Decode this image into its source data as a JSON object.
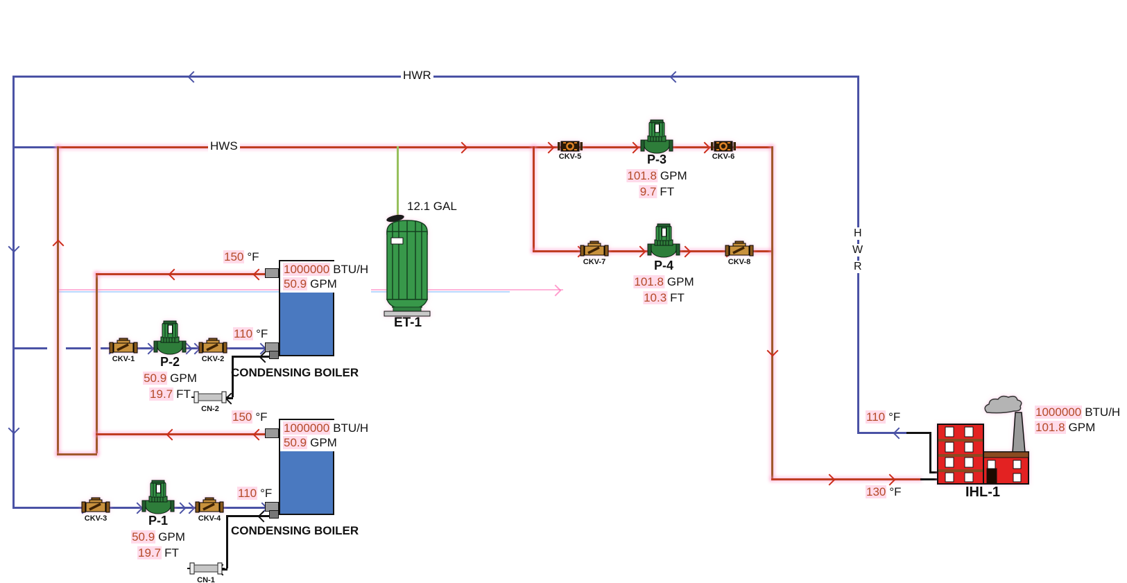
{
  "units": {
    "deg": "°F"
  },
  "pipe_labels": {
    "hwr": "HWR",
    "hws": "HWS",
    "riser_letters": [
      "H",
      "W",
      "R"
    ]
  },
  "tank": {
    "tag": "ET-1",
    "volume": "12.1 GAL"
  },
  "boilers": {
    "upper": {
      "name": "CONDENSING BOILER",
      "capacity": "1000000",
      "capacity_unit": "BTU/H",
      "flow": "50.9",
      "flow_unit": "GPM",
      "supply_temp": "150",
      "return_temp": "110"
    },
    "lower": {
      "name": "CONDENSING BOILER",
      "capacity": "1000000",
      "capacity_unit": "BTU/H",
      "flow": "50.9",
      "flow_unit": "GPM",
      "supply_temp": "150",
      "return_temp": "110"
    }
  },
  "pumps": {
    "p1": {
      "tag": "P-1",
      "flow": "50.9",
      "flow_unit": "GPM",
      "head": "19.7",
      "head_unit": "FT"
    },
    "p2": {
      "tag": "P-2",
      "flow": "50.9",
      "flow_unit": "GPM",
      "head": "19.7",
      "head_unit": "FT"
    },
    "p3": {
      "tag": "P-3",
      "flow": "101.8",
      "flow_unit": "GPM",
      "head": "9.7",
      "head_unit": "FT"
    },
    "p4": {
      "tag": "P-4",
      "flow": "101.8",
      "flow_unit": "GPM",
      "head": "10.3",
      "head_unit": "FT"
    }
  },
  "valves": {
    "ckv1": "CKV-1",
    "ckv2": "CKV-2",
    "ckv3": "CKV-3",
    "ckv4": "CKV-4",
    "ckv5": "CKV-5",
    "ckv6": "CKV-6",
    "ckv7": "CKV-7",
    "ckv8": "CKV-8"
  },
  "connectors": {
    "cn1": "CN-1",
    "cn2": "CN-2"
  },
  "building": {
    "tag": "IHL-1",
    "capacity": "1000000",
    "capacity_unit": "BTU/H",
    "flow": "101.8",
    "flow_unit": "GPM",
    "supply_temp": "130",
    "return_temp": "110"
  },
  "colors": {
    "supply_pipe": "#bf3d22",
    "return_pipe": "#4a52a5",
    "number_text": "#b44a28",
    "highlight": "#f9cfe0"
  }
}
